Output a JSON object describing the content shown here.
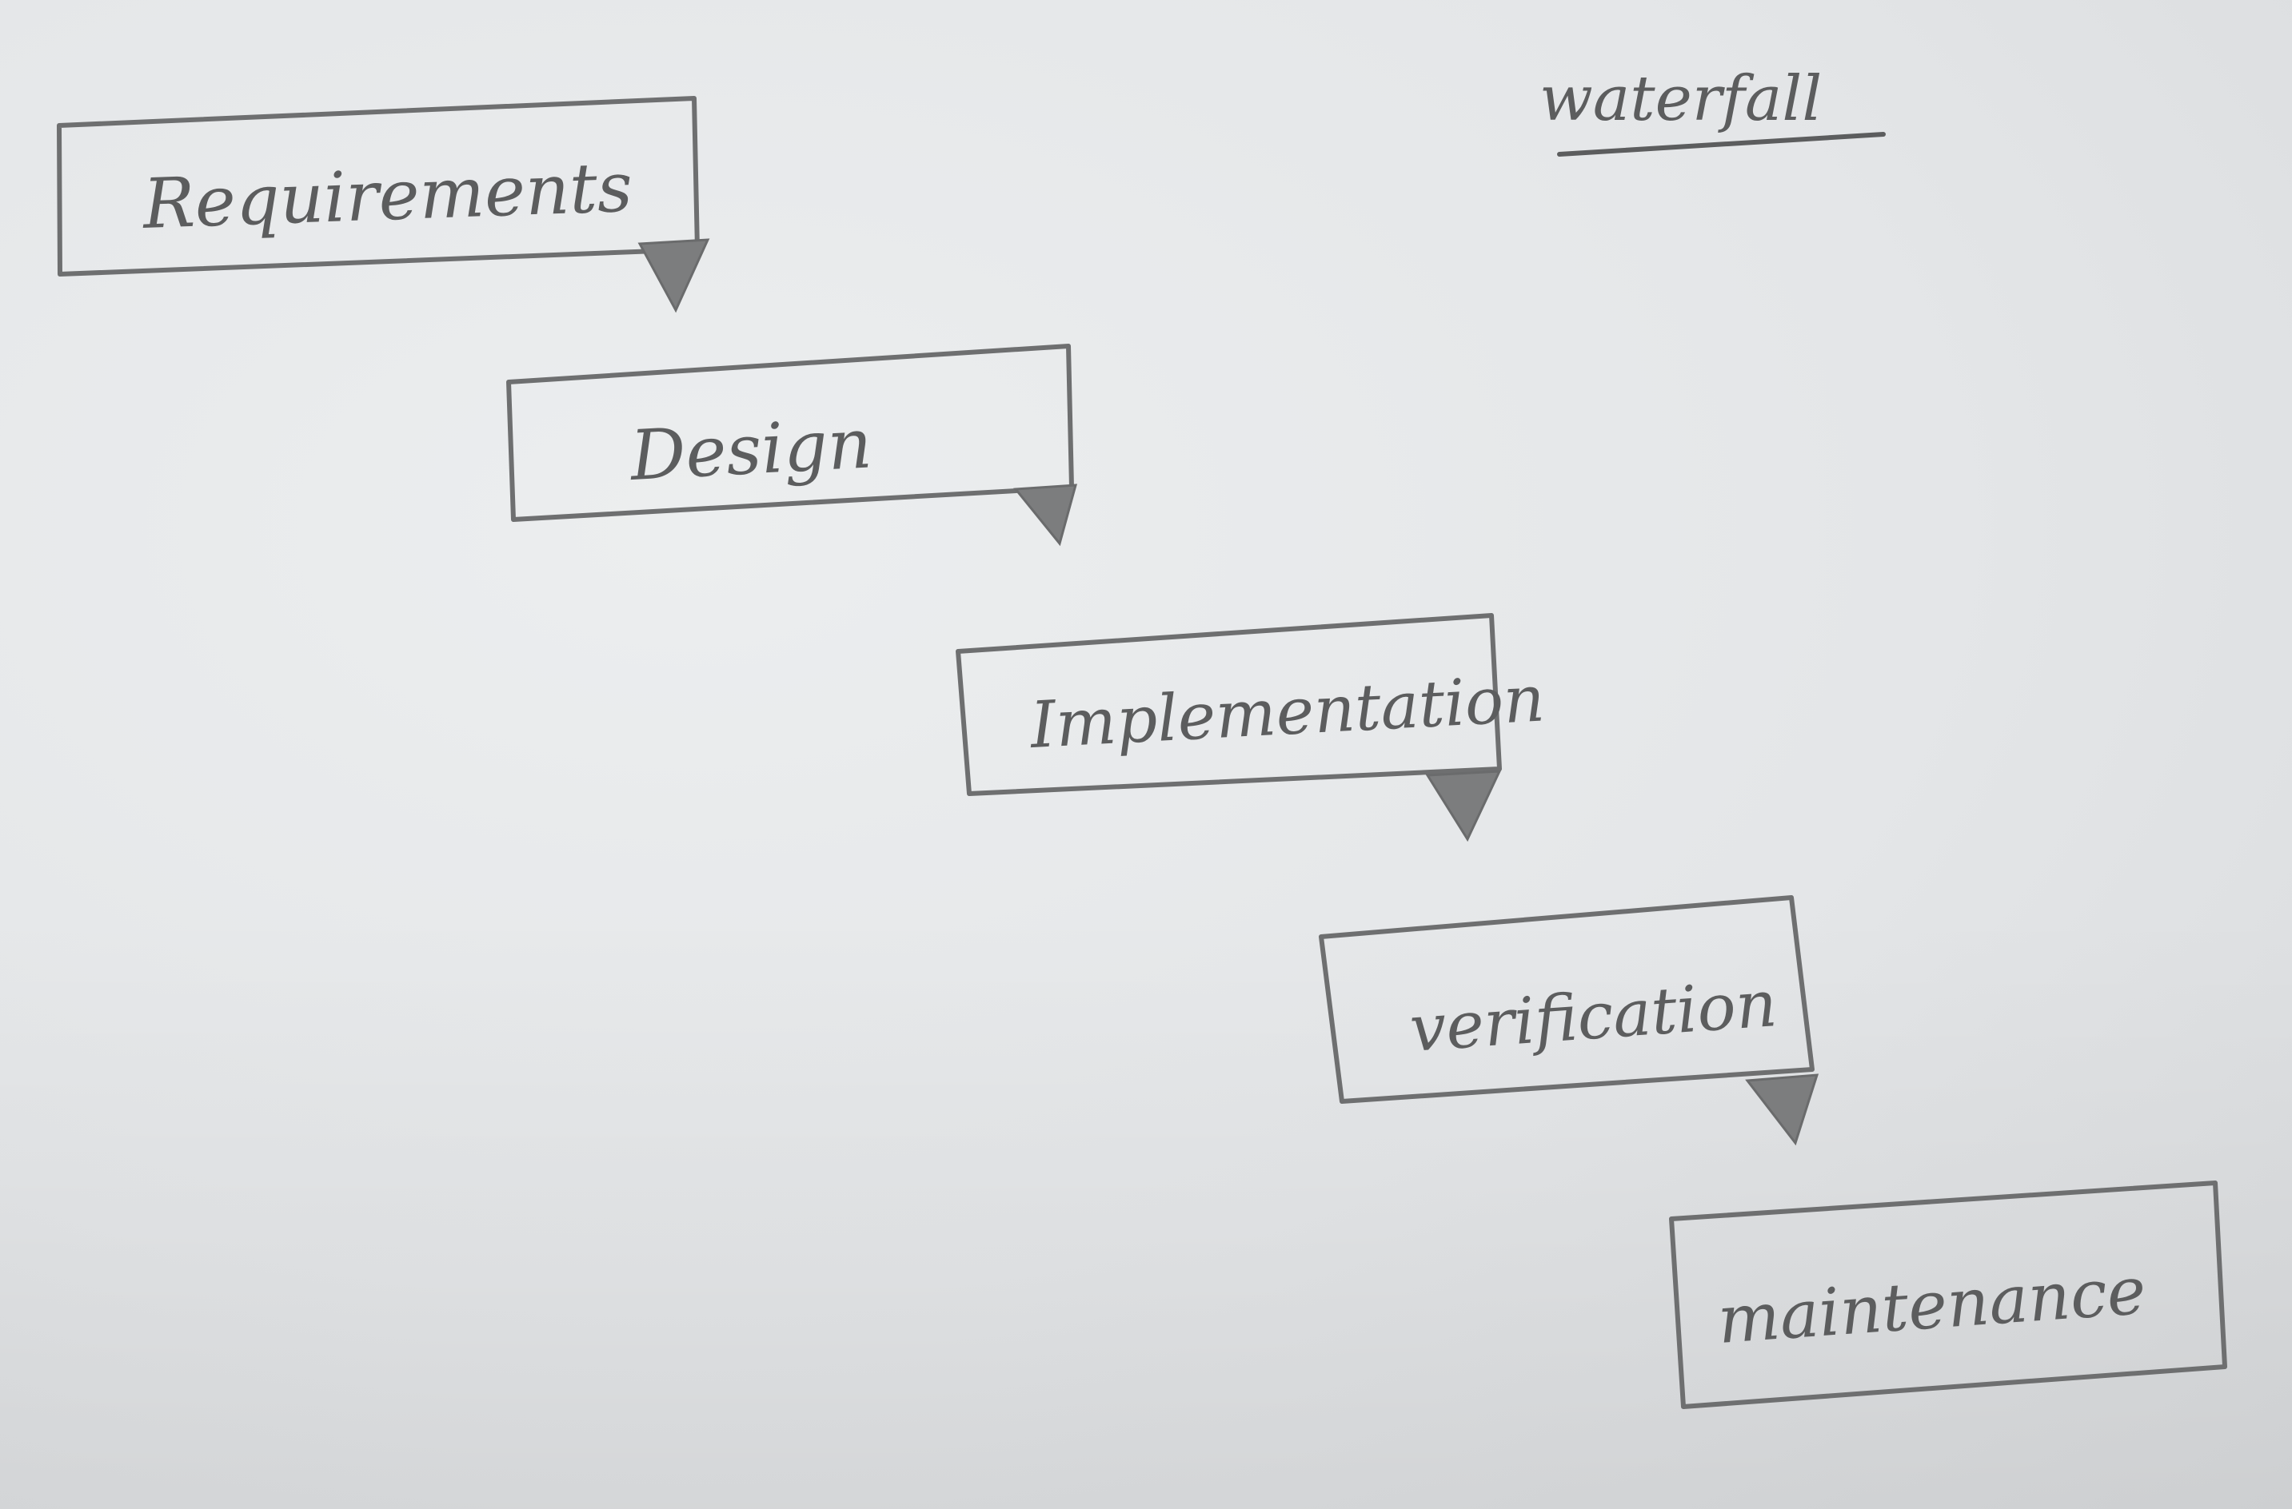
{
  "title": "waterfall",
  "stages": [
    {
      "label": "Requirements"
    },
    {
      "label": "Design"
    },
    {
      "label": "Implementation"
    },
    {
      "label": "verification"
    },
    {
      "label": "maintenance"
    }
  ],
  "colors": {
    "paper": "#e6e7ea",
    "pencil": "#6e6f70",
    "arrow_fill": "#7c7d7e"
  }
}
